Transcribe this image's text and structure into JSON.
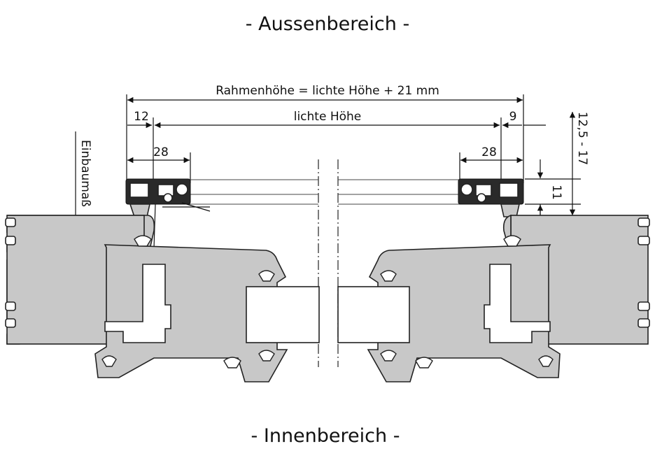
{
  "headings": {
    "outside": "- Aussenbereich -",
    "inside": "- Innenbereich -"
  },
  "dimensions": {
    "frame_height": "Rahmenhöhe = lichte Höhe + 21 mm",
    "clear_height": "lichte Höhe",
    "left_offset": "12",
    "right_offset": "9",
    "left_width": "28",
    "right_width": "28",
    "profile_height": "11",
    "range": "12,5 - 17",
    "installation": "Einbaumaß"
  },
  "colors": {
    "profile_fill": "#c8c8c8",
    "outline": "#222222",
    "profile_dark": "#2a2a2a"
  }
}
